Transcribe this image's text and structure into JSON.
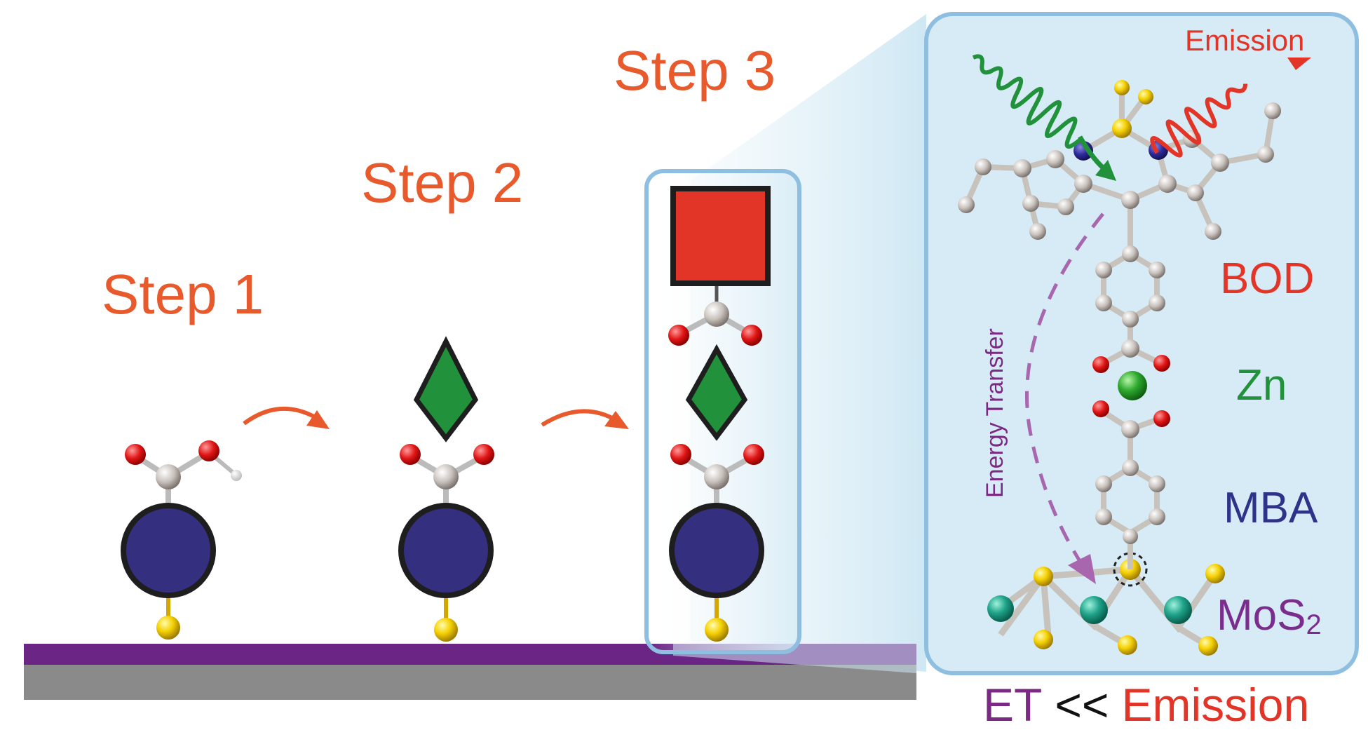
{
  "steps": {
    "step1": "Step 1",
    "step2": "Step 2",
    "step3": "Step 3"
  },
  "inset": {
    "emission_label": "Emission",
    "energy_transfer_label": "Energy Transfer",
    "layers": {
      "bod": "BOD",
      "zn": "Zn",
      "mba": "MBA",
      "mos2_main": "MoS",
      "mos2_sub": "2"
    }
  },
  "relation": {
    "et": "ET",
    "op": "<<",
    "emission": "Emission"
  },
  "colors": {
    "step_text": "#e8592b",
    "bod_red": "#e23528",
    "zn_green": "#21913b",
    "mba_blue": "#2e3289",
    "mos2_purple": "#7b2d8e",
    "et_purple": "#7a2a82",
    "inset_fill": "#d6ebf5",
    "inset_border": "#8fbfe0",
    "substrate_purple": "#6a2585",
    "substrate_gray": "#8a8a8a",
    "sphere_navy": "#34307f"
  }
}
